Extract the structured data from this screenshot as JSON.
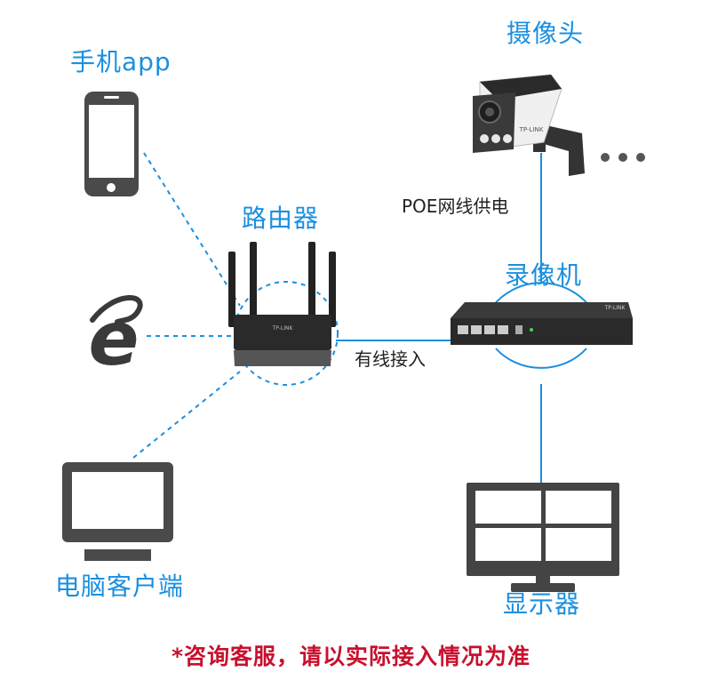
{
  "labels": {
    "phone": "手机app",
    "router": "路由器",
    "camera": "摄像头",
    "nvr": "录像机",
    "pc": "电脑客户端",
    "monitor": "显示器",
    "poe": "POE网线供电",
    "wired": "有线接入"
  },
  "router_brand": "TP-LINK",
  "camera_brand": "TP-LINK",
  "nvr_brand": "TP-LINK",
  "note": "*咨询客服，请以实际接入情况为准",
  "colors": {
    "accent": "#1a8fe0",
    "device": "#3a3a3a",
    "note": "#c8102e"
  },
  "icons": [
    "phone-icon",
    "browser-e-icon",
    "computer-monitor-icon",
    "router-icon",
    "camera-icon",
    "nvr-icon",
    "display-monitor-icon",
    "more-dots-icon"
  ]
}
